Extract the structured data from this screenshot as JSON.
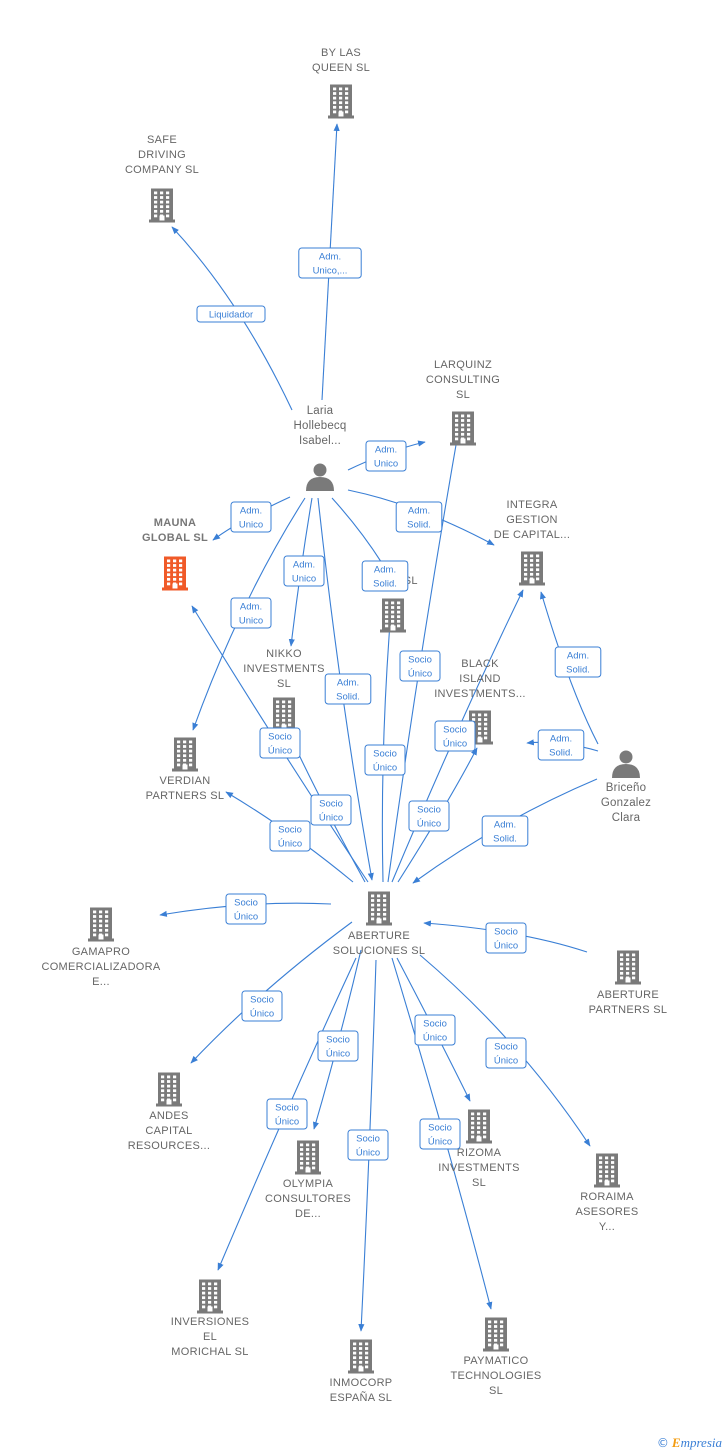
{
  "colors": {
    "edge": "#3a7fd5",
    "node": "#7a7a7a",
    "highlight": "#f05a28",
    "label": "#666666"
  },
  "nodes": [
    {
      "id": "by_las_queen",
      "type": "company",
      "lines": [
        "BY LAS",
        "QUEEN  SL"
      ]
    },
    {
      "id": "safe_driving",
      "type": "company",
      "lines": [
        "SAFE",
        "DRIVING",
        "COMPANY SL"
      ]
    },
    {
      "id": "larquinz",
      "type": "company",
      "lines": [
        "LARQUINZ",
        "CONSULTING",
        "SL"
      ]
    },
    {
      "id": "laria",
      "type": "person",
      "lines": [
        "Laria",
        "Hollebecq",
        "Isabel..."
      ]
    },
    {
      "id": "integra",
      "type": "company",
      "lines": [
        "INTEGRA",
        "GESTION",
        "DE CAPITAL..."
      ]
    },
    {
      "id": "mauna",
      "type": "company",
      "highlight": true,
      "lines": [
        "MAUNA",
        "GLOBAL  SL"
      ]
    },
    {
      "id": "pay_partners",
      "type": "company",
      "lines": [
        "P...AY",
        "PA...S  SL"
      ]
    },
    {
      "id": "nikko",
      "type": "company",
      "lines": [
        "NIKKO",
        "INVESTMENTS",
        "SL"
      ]
    },
    {
      "id": "black_island",
      "type": "company",
      "lines": [
        "BLACK",
        "ISLAND",
        "INVESTMENTS..."
      ]
    },
    {
      "id": "verdian",
      "type": "company",
      "lines": [
        "VERDIAN",
        "PARTNERS  SL"
      ]
    },
    {
      "id": "briceno",
      "type": "person",
      "lines": [
        "Briceño",
        "Gonzalez",
        "Clara"
      ]
    },
    {
      "id": "aberture",
      "type": "company",
      "lines": [
        "ABERTURE",
        "SOLUCIONES SL"
      ]
    },
    {
      "id": "gamapro",
      "type": "company",
      "lines": [
        "GAMAPRO",
        "COMERCIALIZADORA",
        "E..."
      ]
    },
    {
      "id": "aberture_partners",
      "type": "company",
      "lines": [
        "ABERTURE",
        "PARTNERS SL"
      ]
    },
    {
      "id": "andes",
      "type": "company",
      "lines": [
        "ANDES",
        "CAPITAL",
        "RESOURCES..."
      ]
    },
    {
      "id": "olympia",
      "type": "company",
      "lines": [
        "OLYMPIA",
        "CONSULTORES",
        "DE..."
      ]
    },
    {
      "id": "rizoma",
      "type": "company",
      "lines": [
        "RIZOMA",
        "INVESTMENTS",
        "SL"
      ]
    },
    {
      "id": "roraima",
      "type": "company",
      "lines": [
        "RORAIMA",
        "ASESORES",
        "Y..."
      ]
    },
    {
      "id": "inversiones",
      "type": "company",
      "lines": [
        "INVERSIONES",
        "EL",
        "MORICHAL  SL"
      ]
    },
    {
      "id": "inmocorp",
      "type": "company",
      "lines": [
        "INMOCORP",
        "ESPAÑA  SL"
      ]
    },
    {
      "id": "paymatico",
      "type": "company",
      "lines": [
        "PAYMATICO",
        "TECHNOLOGIES",
        "SL"
      ]
    }
  ],
  "edges": [
    {
      "from": "laria",
      "to": "by_las_queen",
      "lines": [
        "Adm.",
        "Unico,..."
      ]
    },
    {
      "from": "laria",
      "to": "safe_driving",
      "lines": [
        "Liquidador"
      ]
    },
    {
      "from": "laria",
      "to": "larquinz",
      "lines": [
        "Adm.",
        "Unico"
      ]
    },
    {
      "from": "laria",
      "to": "mauna",
      "lines": [
        "Adm.",
        "Unico"
      ]
    },
    {
      "from": "laria",
      "to": "integra",
      "lines": [
        "Adm.",
        "Solid."
      ]
    },
    {
      "from": "laria",
      "to": "nikko",
      "lines": [
        "Adm.",
        "Unico"
      ]
    },
    {
      "from": "laria",
      "to": "pay_partners",
      "lines": [
        "Adm.",
        "Solid."
      ]
    },
    {
      "from": "laria",
      "to": "verdian",
      "lines": [
        "Adm.",
        "Unico"
      ]
    },
    {
      "from": "laria",
      "to": "aberture",
      "lines": [
        "Adm.",
        "Solid."
      ]
    },
    {
      "from": "briceno",
      "to": "integra",
      "lines": [
        "Adm.",
        "Solid."
      ]
    },
    {
      "from": "briceno",
      "to": "black_island",
      "lines": [
        "Adm.",
        "Solid."
      ]
    },
    {
      "from": "briceno",
      "to": "aberture",
      "lines": [
        "Adm.",
        "Solid."
      ]
    },
    {
      "from": "aberture",
      "to": "larquinz",
      "lines": [
        "Socio",
        "Único"
      ]
    },
    {
      "from": "aberture",
      "to": "pay_partners",
      "lines": [
        "Socio",
        "Único"
      ]
    },
    {
      "from": "aberture",
      "to": "integra",
      "lines": [
        "Socio",
        "Único"
      ]
    },
    {
      "from": "aberture",
      "to": "black_island",
      "lines": [
        "Socio",
        "Único"
      ]
    },
    {
      "from": "aberture",
      "to": "mauna",
      "lines": [
        "Socio",
        "Único"
      ]
    },
    {
      "from": "aberture",
      "to": "nikko",
      "lines": [
        "Socio",
        "Único"
      ]
    },
    {
      "from": "aberture",
      "to": "verdian",
      "lines": [
        "Socio",
        "Único"
      ]
    },
    {
      "from": "aberture",
      "to": "gamapro",
      "lines": [
        "Socio",
        "Único"
      ]
    },
    {
      "from": "aberture_partners",
      "to": "aberture",
      "lines": [
        "Socio",
        "Único"
      ]
    },
    {
      "from": "aberture",
      "to": "andes",
      "lines": [
        "Socio",
        "Único"
      ]
    },
    {
      "from": "aberture",
      "to": "olympia",
      "lines": [
        "Socio",
        "Único"
      ]
    },
    {
      "from": "aberture",
      "to": "inversiones",
      "lines": [
        "Socio",
        "Único"
      ]
    },
    {
      "from": "aberture",
      "to": "inmocorp",
      "lines": [
        "Socio",
        "Único"
      ]
    },
    {
      "from": "aberture",
      "to": "rizoma",
      "lines": [
        "Socio",
        "Único"
      ]
    },
    {
      "from": "aberture",
      "to": "paymatico",
      "lines": [
        "Socio",
        "Único"
      ]
    },
    {
      "from": "aberture",
      "to": "roraima",
      "lines": [
        "Socio",
        "Único"
      ]
    }
  ],
  "watermark": {
    "copyright": "©",
    "brand_initial": "E",
    "brand_rest": "mpresia"
  }
}
